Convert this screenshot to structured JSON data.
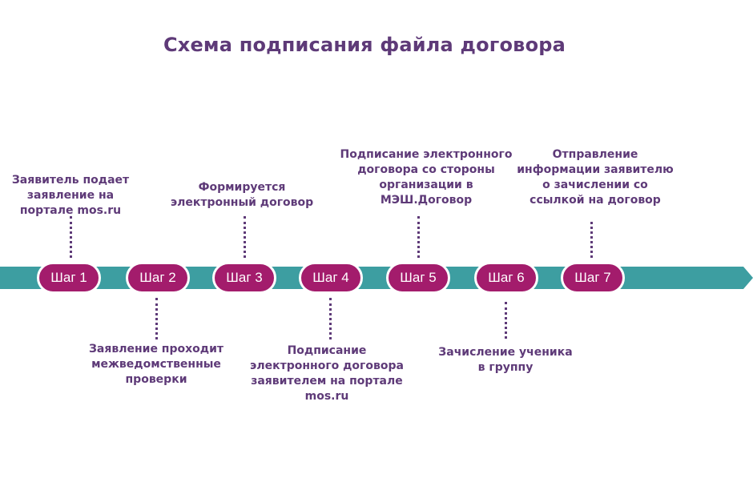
{
  "title": "Схема подписания файла договора",
  "colors": {
    "arrow": "#3d9ea1",
    "step_fill": "#a31c6c",
    "text": "#5e3a78"
  },
  "steps": [
    {
      "label": "Шаг 1",
      "description": [
        "Заявитель подает",
        "заявление на",
        "портале mos.ru"
      ]
    },
    {
      "label": "Шаг 2",
      "description": [
        "Заявление проходит",
        "межведомственные",
        "проверки"
      ]
    },
    {
      "label": "Шаг 3",
      "description": [
        "Формируется",
        "электронный договор"
      ]
    },
    {
      "label": "Шаг 4",
      "description": [
        "Подписание",
        "электронного договора",
        "заявителем на портале",
        "mos.ru"
      ]
    },
    {
      "label": "Шаг 5",
      "description": [
        "Подписание электронного",
        "договора со стороны",
        "организации в",
        "МЭШ.Договор"
      ]
    },
    {
      "label": "Шаг 6",
      "description": [
        "Зачисление ученика",
        "в группу"
      ]
    },
    {
      "label": "Шаг 7",
      "description": [
        "Отправление",
        "информации заявителю",
        "о зачислении со",
        "ссылкой на договор"
      ]
    }
  ]
}
